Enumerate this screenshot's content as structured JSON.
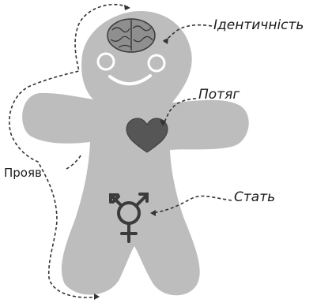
{
  "labels": {
    "identity": "Ідентичність",
    "attraction": "Потяг",
    "expression": "Прояв",
    "sex": "Стать"
  },
  "colors": {
    "body": "#bdbdbd",
    "brain": "#8f8f8f",
    "heart": "#565656",
    "symbol": "#3b3b3b",
    "dashed": "#333333",
    "face": "#ffffff"
  },
  "icons": [
    "brain-icon",
    "heart-icon",
    "transgender-symbol-icon"
  ]
}
